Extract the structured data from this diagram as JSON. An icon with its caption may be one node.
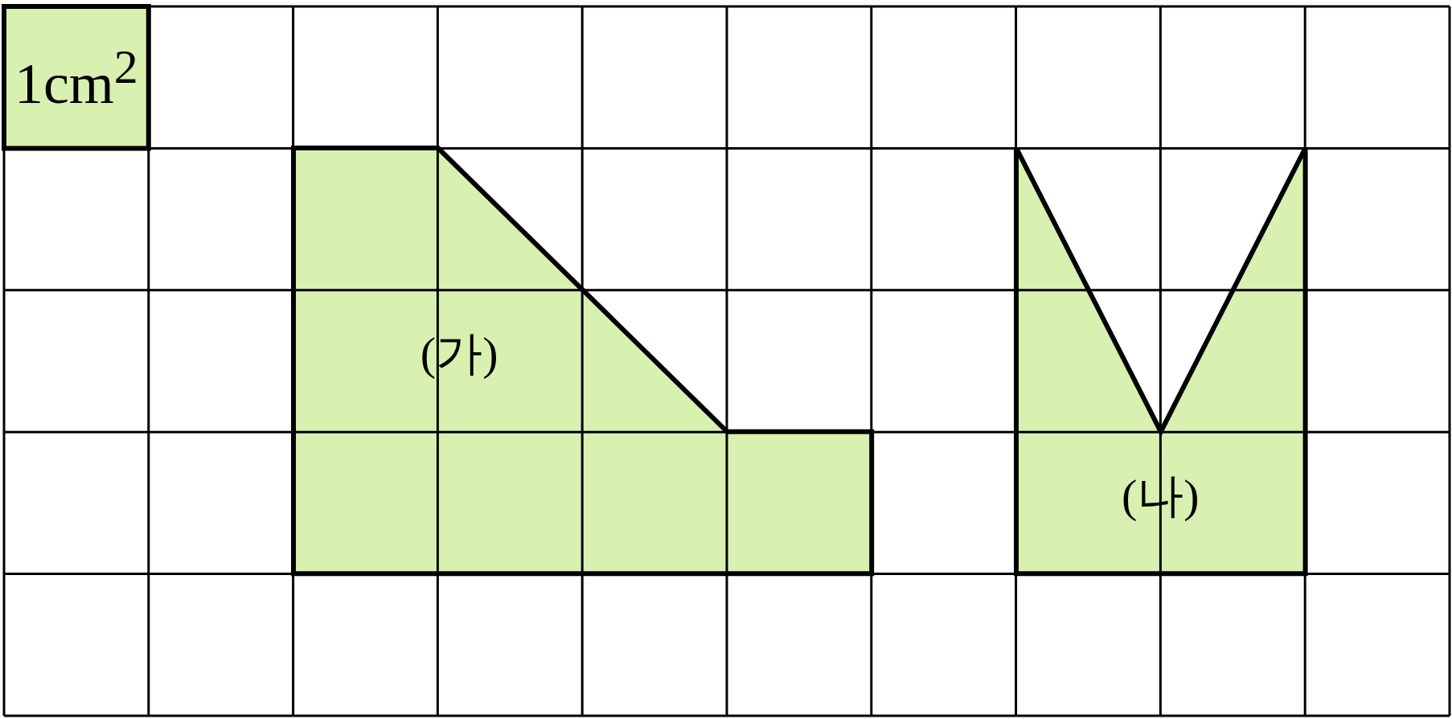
{
  "diagram": {
    "nodes": [
      {
        "text": [
          "1cm$^{2}$"
        ]
      },
      {
        "text": [
          "(가)"
        ]
      },
      {
        "text": [
          "(나)"
        ]
      }
    ]
  }
}
